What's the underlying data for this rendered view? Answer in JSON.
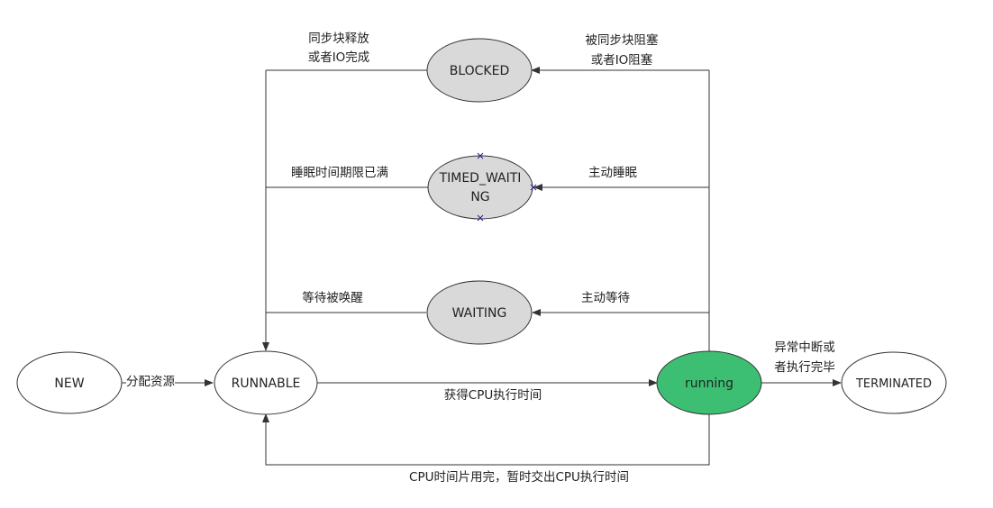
{
  "states": {
    "new": "NEW",
    "runnable": "RUNNABLE",
    "running": "running",
    "terminated": "TERMINATED",
    "blocked": "BLOCKED",
    "timed_waiting_line1": "TIMED_WAITI",
    "timed_waiting_line2": "NG",
    "waiting": "WAITING"
  },
  "transitions": {
    "allocate": "分配资源",
    "get_cpu": "获得CPU执行时间",
    "yield_cpu": "CPU时间片用完，暂时交出CPU执行时间",
    "abort_line1": "异常中断或",
    "abort_line2": "者执行完毕",
    "blocked_in_line1": "被同步块阻塞",
    "blocked_in_line2": "或者IO阻塞",
    "blocked_out_line1": "同步块释放",
    "blocked_out_line2": "或者IO完成",
    "sleep_in": "主动睡眠",
    "sleep_out": "睡眠时间期限已满",
    "wait_in": "主动等待",
    "wait_out": "等待被唤醒"
  },
  "colors": {
    "running_fill": "#3dbf73",
    "gray_fill": "#d9d9d9",
    "white_fill": "#ffffff",
    "stroke": "#333333",
    "marker": "#1f1f8f"
  }
}
